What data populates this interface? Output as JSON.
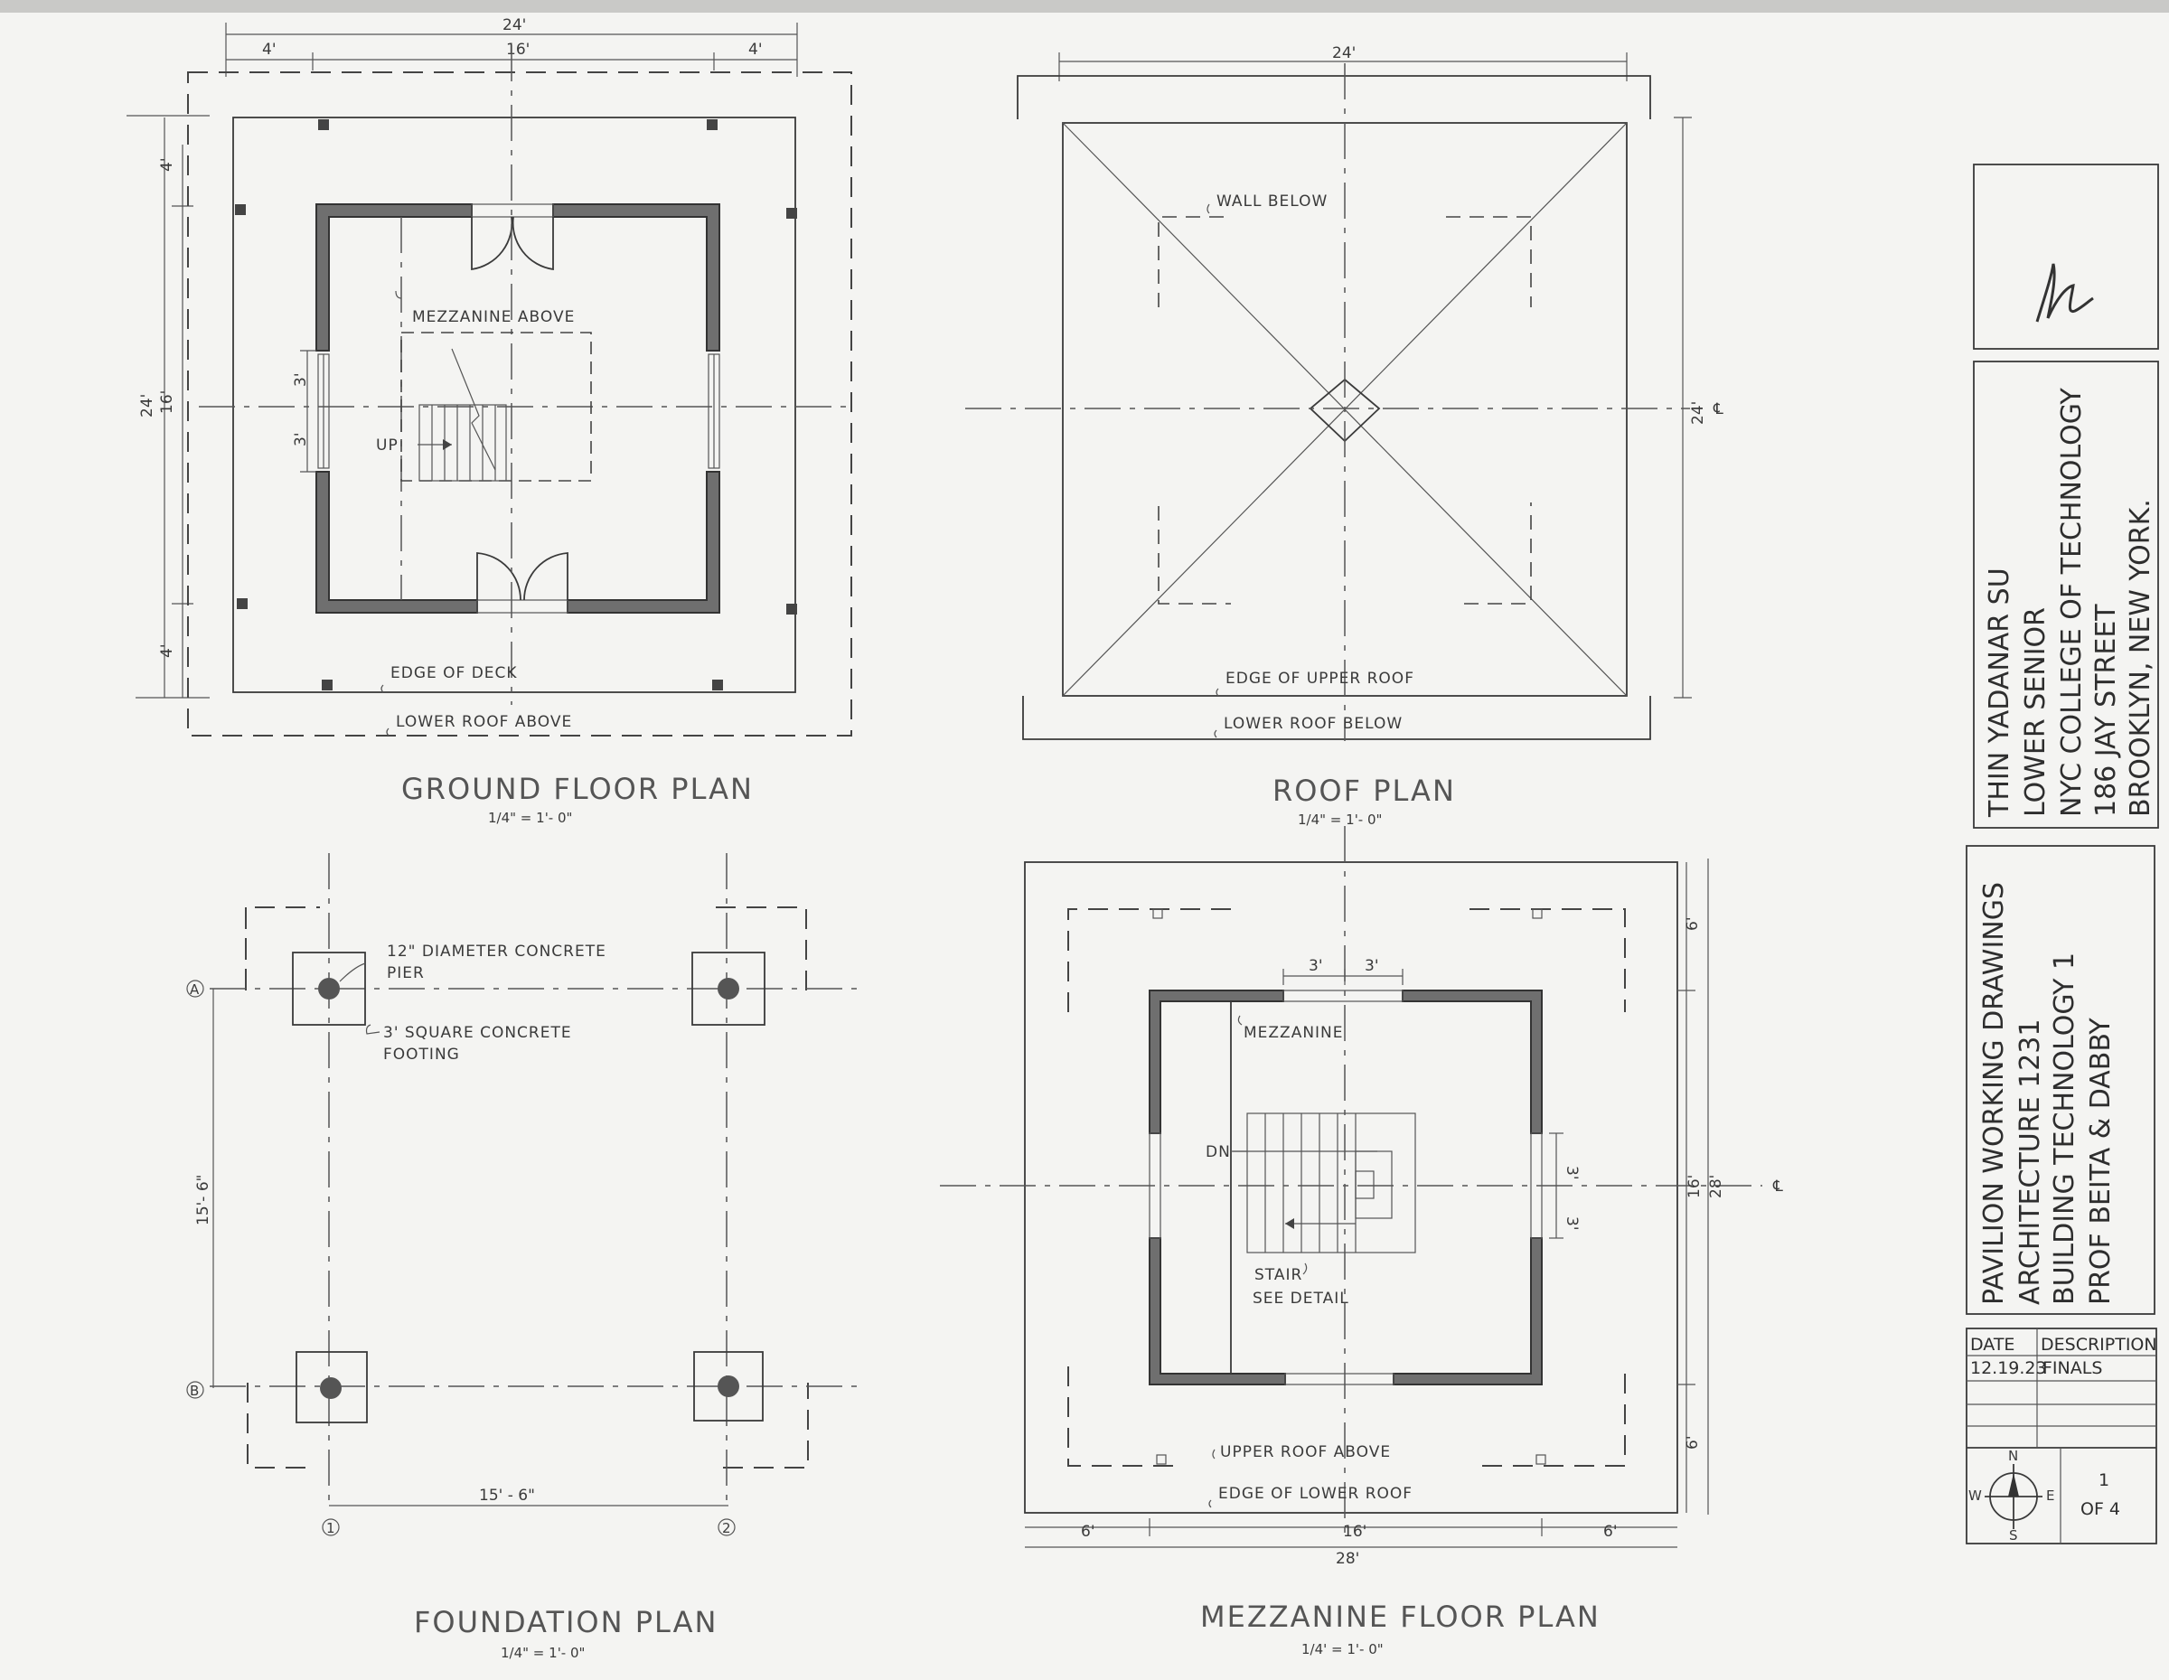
{
  "ground_floor_plan": {
    "title": "GROUND FLOOR PLAN",
    "scale": "1/4\" = 1'- 0\"",
    "labels": {
      "mezzanine_above": "MEZZANINE ABOVE",
      "up": "UP",
      "edge_of_deck": "EDGE OF DECK",
      "lower_roof_above": "LOWER ROOF ABOVE"
    },
    "dimensions": {
      "overall_top": "24'",
      "top_left": "4'",
      "top_mid": "16'",
      "top_right": "4'",
      "left_overall": "24'",
      "left_top": "4'",
      "left_mid": "16'",
      "left_bottom": "4'",
      "window_top": "3'",
      "window_bottom": "3'"
    }
  },
  "roof_plan": {
    "title": "ROOF PLAN",
    "scale": "1/4\" = 1'- 0\"",
    "labels": {
      "wall_below": "WALL BELOW",
      "edge_of_upper_roof": "EDGE OF UPPER ROOF",
      "lower_roof_below": "LOWER ROOF BELOW"
    },
    "dimensions": {
      "top": "24'",
      "right": "24'"
    }
  },
  "foundation_plan": {
    "title": "FOUNDATION PLAN",
    "scale": "1/4\" = 1'- 0\"",
    "labels": {
      "pier": "12\" DIAMETER CONCRETE PIER",
      "pier_line1": "12\" DIAMETER CONCRETE",
      "pier_line2": "PIER",
      "footing_line1": "3' SQUARE CONCRETE",
      "footing_line2": "FOOTING"
    },
    "grid": {
      "row_a": "A",
      "row_b": "B",
      "col_1": "1",
      "col_2": "2"
    },
    "dimensions": {
      "vertical": "15'- 6\"",
      "horizontal": "15' - 6\""
    }
  },
  "mezzanine_floor_plan": {
    "title": "MEZZANINE FLOOR PLAN",
    "scale": "1/4' = 1'- 0\"",
    "labels": {
      "mezzanine": "MEZZANINE",
      "dn": "DN",
      "stair": "STAIR",
      "see_detail": "SEE DETAIL",
      "upper_roof_above": "UPPER ROOF ABOVE",
      "edge_of_lower_roof": "EDGE OF LOWER ROOF"
    },
    "dimensions": {
      "top_window_left": "3'",
      "top_window_right": "3'",
      "right_window_top": "3'",
      "right_window_bottom": "3'",
      "right_top": "6'",
      "right_mid": "16'",
      "right_bottom": "6'",
      "right_overall": "28'",
      "bottom_left": "6'",
      "bottom_mid": "16'",
      "bottom_right": "6'",
      "bottom_overall": "28'"
    }
  },
  "title_block": {
    "designer": "THIN YADANAR SU",
    "level": "LOWER SENIOR",
    "school": "NYC COLLEGE OF TECHNOLOGY",
    "street": "186 JAY STREET",
    "city": "BROOKLYN, NEW YORK.",
    "project": "PAVILION WORKING DRAWINGS",
    "course": "ARCHITECTURE 1231",
    "subject": "BUILDING TECHNOLOGY 1",
    "professors": "PROF BEITA & DABBY",
    "date_header": "DATE",
    "description_header": "DESCRIPTION",
    "date_value": "12.19.23",
    "description_value": "FINALS",
    "sheet_number": "1",
    "sheet_total": "OF 4",
    "compass": {
      "n": "N",
      "s": "S",
      "e": "E",
      "w": "W"
    },
    "centerline_symbol": "℄"
  }
}
